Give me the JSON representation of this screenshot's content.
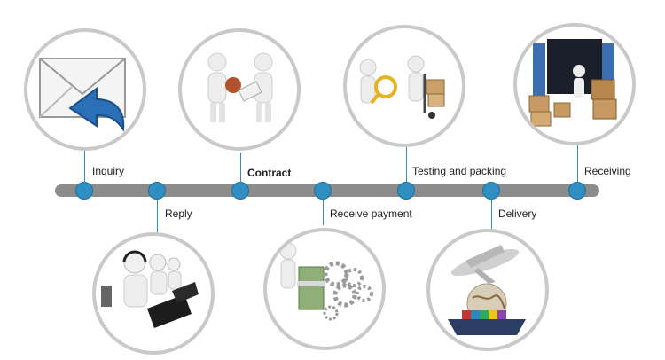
{
  "steps": {
    "inquiry": "Inquiry",
    "reply": "Reply",
    "contract": "Contract",
    "receive_payment": "Receive payment",
    "testing_packing": "Testing and packing",
    "delivery": "Delivery",
    "receiving": "Receiving"
  },
  "colors": {
    "node": "#2f8fc2",
    "bar": "#8c8c8c",
    "ring": "#c9c9c9"
  },
  "icons": [
    "envelope-reply-icon",
    "handshake-contract-icon",
    "magnifier-cart-icon",
    "warehouse-container-icon",
    "call-center-icon",
    "money-gears-icon",
    "plane-ship-globe-icon"
  ]
}
